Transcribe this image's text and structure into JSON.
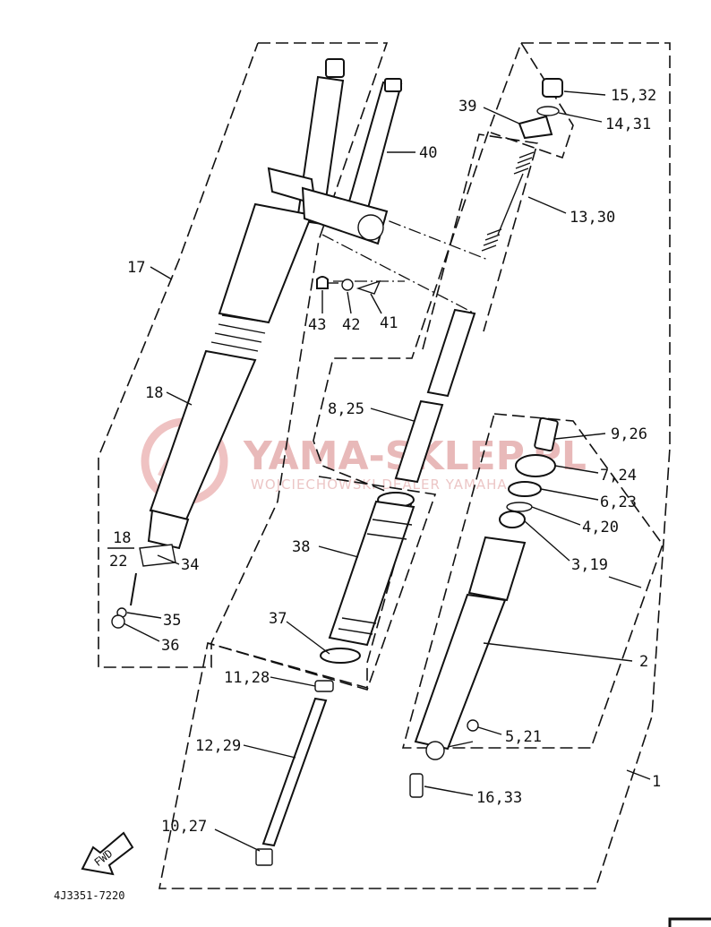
{
  "diagram": {
    "part_code": "4J3351-7220",
    "fwd_label": "FWD",
    "watermark": {
      "title": "YAMA-SKLEP.PL",
      "subtitle": "WOJCIECHOWSKI DEALER YAMAHA",
      "color": "#e8b9b9"
    },
    "callouts": [
      {
        "id": "c17",
        "text": "17"
      },
      {
        "id": "c18",
        "text": "18"
      },
      {
        "id": "c18b",
        "text": "18"
      },
      {
        "id": "c22",
        "text": "22"
      },
      {
        "id": "c34",
        "text": "34"
      },
      {
        "id": "c35",
        "text": "35"
      },
      {
        "id": "c36",
        "text": "36"
      },
      {
        "id": "c40",
        "text": "40"
      },
      {
        "id": "c43",
        "text": "43"
      },
      {
        "id": "c42",
        "text": "42"
      },
      {
        "id": "c41",
        "text": "41"
      },
      {
        "id": "c39",
        "text": "39"
      },
      {
        "id": "c1532",
        "text": "15,32"
      },
      {
        "id": "c1431",
        "text": "14,31"
      },
      {
        "id": "c1330",
        "text": "13,30"
      },
      {
        "id": "c825",
        "text": "8,25"
      },
      {
        "id": "c926",
        "text": "9,26"
      },
      {
        "id": "c724",
        "text": "7,24"
      },
      {
        "id": "c623",
        "text": "6,23"
      },
      {
        "id": "c420",
        "text": "4,20"
      },
      {
        "id": "c319",
        "text": "3,19"
      },
      {
        "id": "c38",
        "text": "38"
      },
      {
        "id": "c37",
        "text": "37"
      },
      {
        "id": "c2",
        "text": "2"
      },
      {
        "id": "c1128",
        "text": "11,28"
      },
      {
        "id": "c521",
        "text": "5,21"
      },
      {
        "id": "c1229",
        "text": "12,29"
      },
      {
        "id": "c1",
        "text": "1"
      },
      {
        "id": "c1633",
        "text": "16,33"
      },
      {
        "id": "c1027",
        "text": "10,27"
      }
    ]
  }
}
